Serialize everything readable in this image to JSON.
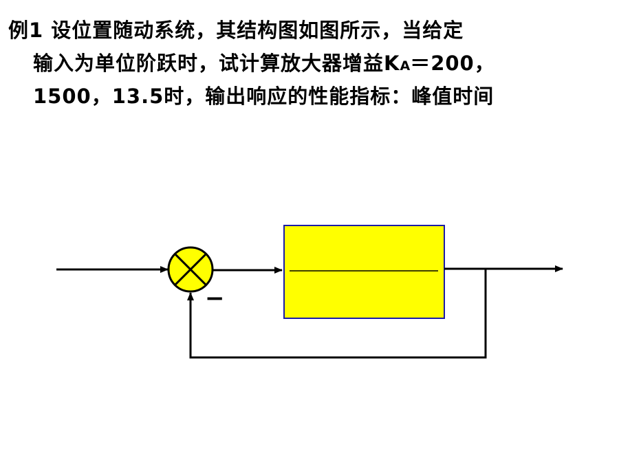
{
  "problem": {
    "line1": "例1 设位置随动系统，其结构图如图所示，当给定",
    "line2_pre": "输入为单位阶跃时，试计算放大器增益K",
    "line2_sub": "A",
    "line2_post": "＝200，",
    "line3": "1500，13.5时，输出响应的性能指标：峰值时间"
  },
  "diagram": {
    "summing_sign": "−",
    "colors": {
      "summer_fill": "#ffff00",
      "block_fill": "#ffff00",
      "block_border": "#1a1aa6",
      "line": "#000000"
    }
  }
}
